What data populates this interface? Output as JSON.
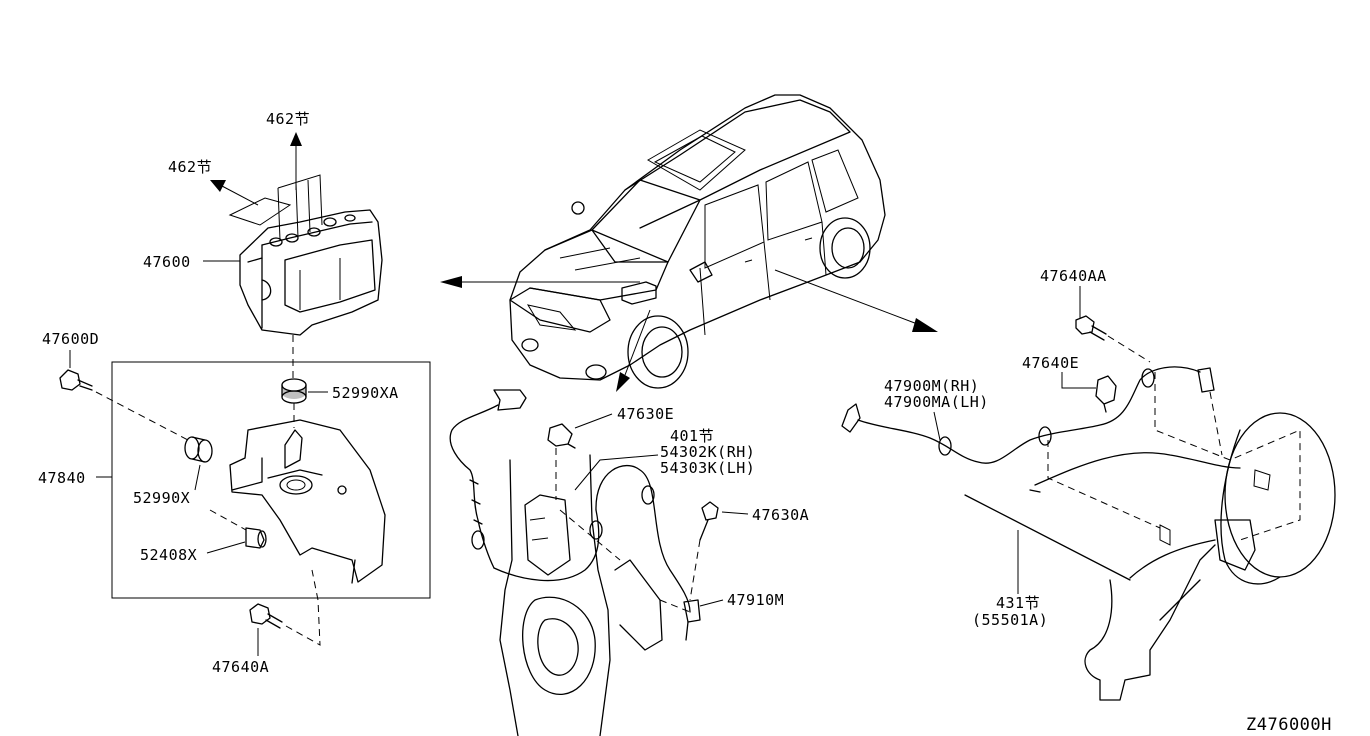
{
  "diagram": {
    "figure_code": "Z476000H",
    "labels": {
      "ref_462_top": "462节",
      "ref_462_left": "462节",
      "p47600": "47600",
      "p47600D": "47600D",
      "p52990XA": "52990XA",
      "p47840": "47840",
      "p52990X": "52990X",
      "p52408X": "52408X",
      "p47640A": "47640A",
      "p47630E": "47630E",
      "ref_401": "401节",
      "p54302K": "54302K(RH)",
      "p54303K": "54303K(LH)",
      "p47630A": "47630A",
      "p47910M": "47910M",
      "p47640AA": "47640AA",
      "p47640E": "47640E",
      "p47900M": "47900M(RH)",
      "p47900MA": "47900MA(LH)",
      "ref_431": "431节",
      "p55501A": "(55501A)"
    }
  }
}
